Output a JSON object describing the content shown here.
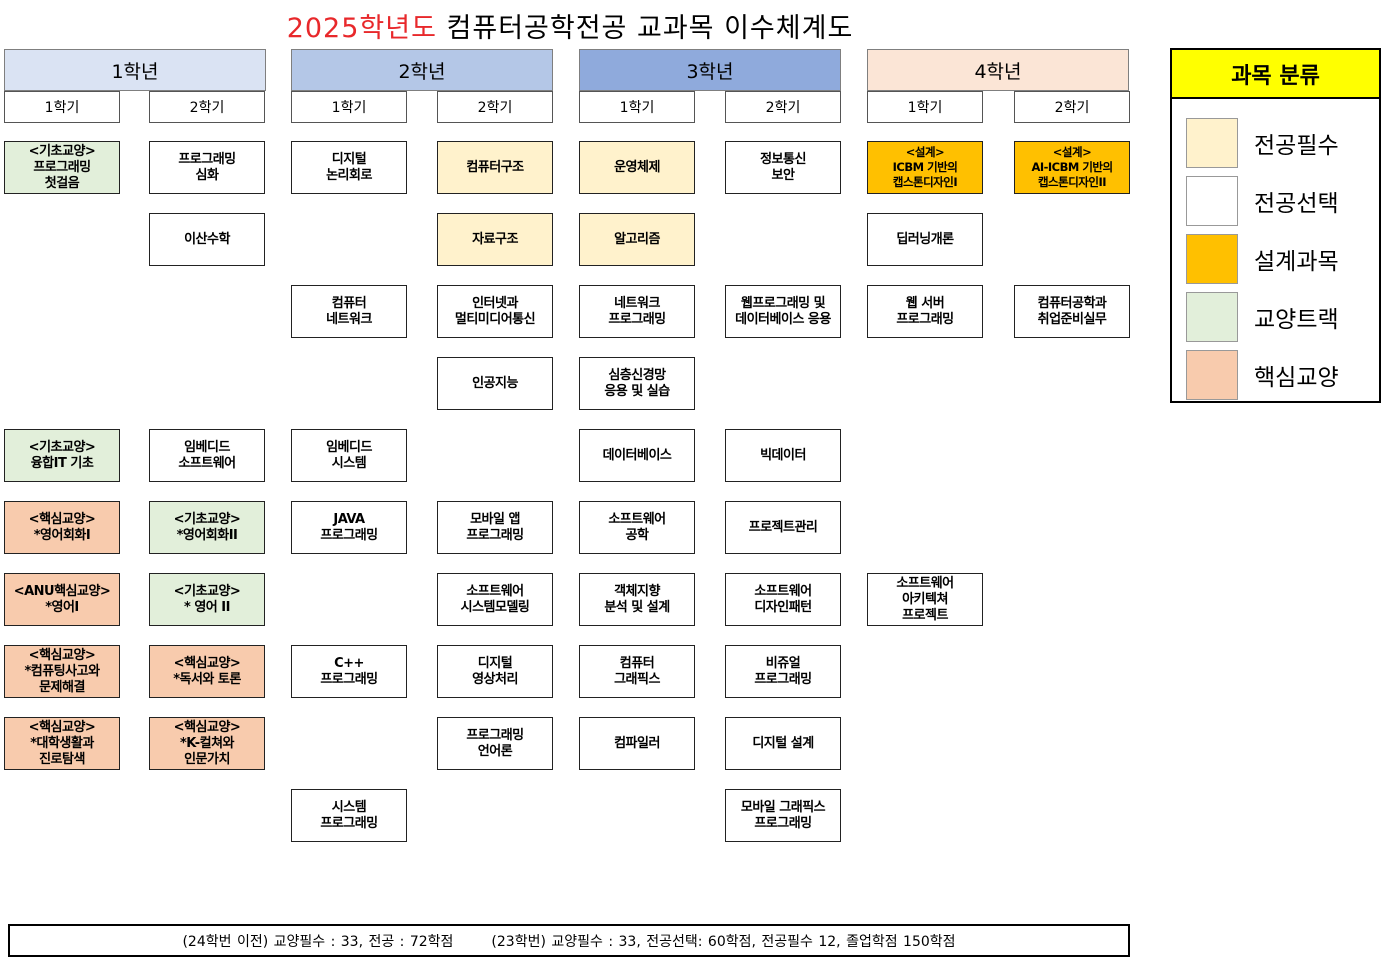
{
  "title": {
    "year": "2025학년도",
    "rest": " 컴퓨터공학전공 교과목 이수체계도"
  },
  "years": [
    {
      "label": "1학년",
      "color": "#dae3f3"
    },
    {
      "label": "2학년",
      "color": "#b4c7e7"
    },
    {
      "label": "3학년",
      "color": "#8faadc"
    },
    {
      "label": "4학년",
      "color": "#fbe5d6"
    }
  ],
  "semesters": [
    "1학기",
    "2학기",
    "1학기",
    "2학기",
    "1학기",
    "2학기",
    "1학기",
    "2학기"
  ],
  "legend": {
    "title": "과목 분류",
    "items": [
      {
        "label": "전공필수",
        "color": "#fff2cc"
      },
      {
        "label": "전공선택",
        "color": "#ffffff"
      },
      {
        "label": "설계과목",
        "color": "#ffc000"
      },
      {
        "label": "교양트랙",
        "color": "#e2efda"
      },
      {
        "label": "핵심교양",
        "color": "#f8cbad"
      }
    ]
  },
  "courses": [
    {
      "name": "<기초교양>\n프로그래밍\n첫걸음",
      "type": "basic"
    },
    {
      "name": "프로그래밍\n심화",
      "type": "elec"
    },
    {
      "name": "이산수학",
      "type": "elec"
    },
    {
      "name": "디지털\n논리회로",
      "type": "elec"
    },
    {
      "name": "컴퓨터\n네트워크",
      "type": "elec"
    },
    {
      "name": "컴퓨터구조",
      "type": "req"
    },
    {
      "name": "자료구조",
      "type": "req"
    },
    {
      "name": "인터넷과\n멀티미디어통신",
      "type": "elec"
    },
    {
      "name": "인공지능",
      "type": "elec"
    },
    {
      "name": "운영체제",
      "type": "req"
    },
    {
      "name": "알고리즘",
      "type": "req"
    },
    {
      "name": "네트워크\n프로그래밍",
      "type": "elec"
    },
    {
      "name": "심층신경망\n응용 및 실습",
      "type": "elec"
    },
    {
      "name": "정보통신\n보안",
      "type": "elec"
    },
    {
      "name": "웹프로그래밍 및\n데이터베이스 응용",
      "type": "elec"
    },
    {
      "name": "<설계>\nICBM 기반의\n캡스톤디자인I",
      "type": "design"
    },
    {
      "name": "딥러닝개론",
      "type": "elec"
    },
    {
      "name": "웹 서버\n프로그래밍",
      "type": "elec"
    },
    {
      "name": "<설계>\nAI-ICBM 기반의\n캡스톤디자인II",
      "type": "design"
    },
    {
      "name": "컴퓨터공학과\n취업준비실무",
      "type": "elec"
    },
    {
      "name": "<기초교양>\n융합IT 기초",
      "type": "basic"
    },
    {
      "name": "<핵심교양>\n*영어회화I",
      "type": "core"
    },
    {
      "name": "<ANU핵심교양>\n*영어I",
      "type": "core"
    },
    {
      "name": "<핵심교양>\n*컴퓨팅사고와\n문제해결",
      "type": "core"
    },
    {
      "name": "<핵심교양>\n*대학생활과\n진로탐색",
      "type": "core"
    },
    {
      "name": "임베디드\n소프트웨어",
      "type": "elec"
    },
    {
      "name": "<기초교양>\n*영어회화II",
      "type": "basic"
    },
    {
      "name": "<기초교양>\n* 영어 II",
      "type": "basic"
    },
    {
      "name": "<핵심교양>\n*독서와 토론",
      "type": "core"
    },
    {
      "name": "<핵심교양>\n*K-컬쳐와\n인문가치",
      "type": "core"
    },
    {
      "name": "임베디드\n시스템",
      "type": "elec"
    },
    {
      "name": "JAVA\n프로그래밍",
      "type": "elec"
    },
    {
      "name": "C++\n프로그래밍",
      "type": "elec"
    },
    {
      "name": "시스템\n프로그래밍",
      "type": "elec"
    },
    {
      "name": "모바일 앱\n프로그래밍",
      "type": "elec"
    },
    {
      "name": "소프트웨어\n시스템모델링",
      "type": "elec"
    },
    {
      "name": "디지털\n영상처리",
      "type": "elec"
    },
    {
      "name": "프로그래밍\n언어론",
      "type": "elec"
    },
    {
      "name": "데이터베이스",
      "type": "elec"
    },
    {
      "name": "소프트웨어\n공학",
      "type": "elec"
    },
    {
      "name": "객체지향\n분석 및 설계",
      "type": "elec"
    },
    {
      "name": "컴퓨터\n그래픽스",
      "type": "elec"
    },
    {
      "name": "컴파일러",
      "type": "elec"
    },
    {
      "name": "빅데이터",
      "type": "elec"
    },
    {
      "name": "프로젝트관리",
      "type": "elec"
    },
    {
      "name": "소프트웨어\n디자인패턴",
      "type": "elec"
    },
    {
      "name": "비쥬얼\n프로그래밍",
      "type": "elec"
    },
    {
      "name": "디지털 설계",
      "type": "elec"
    },
    {
      "name": "모바일 그래픽스\n프로그래밍",
      "type": "elec"
    },
    {
      "name": "소프트웨어\n아키텍쳐\n프로젝트",
      "type": "elec"
    }
  ],
  "footer": {
    "left": "(24학번 이전) 교양필수 : 33, 전공 : 72학점",
    "right": "(23학번) 교양필수 : 33, 전공선택: 60학점, 전공필수 12, 졸업학점 150학점"
  }
}
